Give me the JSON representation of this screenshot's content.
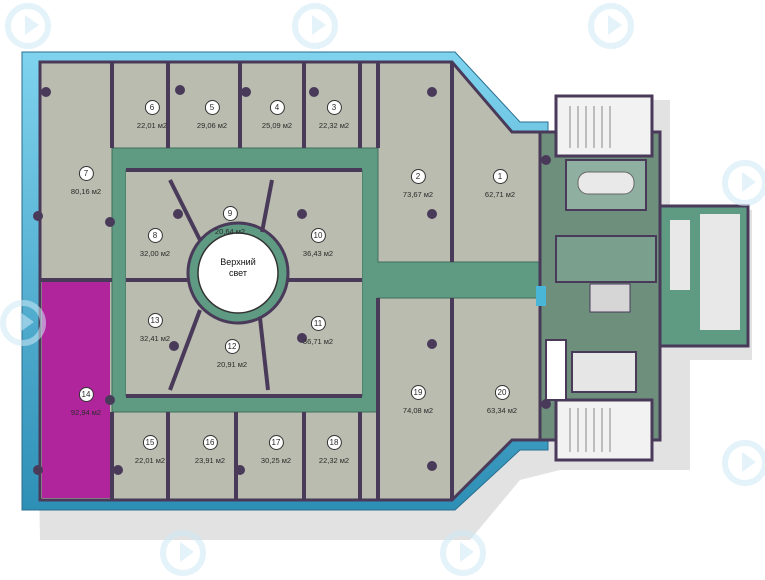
{
  "plan": {
    "skylight_label": "Верхний\nсвет",
    "rooms": [
      {
        "id": "1",
        "number": "1",
        "area": "62,71 м2"
      },
      {
        "id": "2",
        "number": "2",
        "area": "73,67 м2"
      },
      {
        "id": "3",
        "number": "3",
        "area": "22,32 м2"
      },
      {
        "id": "4",
        "number": "4",
        "area": "25,09 м2"
      },
      {
        "id": "5",
        "number": "5",
        "area": "29,06 м2"
      },
      {
        "id": "6",
        "number": "6",
        "area": "22,01 м2"
      },
      {
        "id": "7",
        "number": "7",
        "area": "80,16 м2"
      },
      {
        "id": "8",
        "number": "8",
        "area": "32,00 м2"
      },
      {
        "id": "9",
        "number": "9",
        "area": "20,64 м2"
      },
      {
        "id": "10",
        "number": "10",
        "area": "36,43 м2"
      },
      {
        "id": "11",
        "number": "11",
        "area": "36,71 м2"
      },
      {
        "id": "12",
        "number": "12",
        "area": "20,91 м2"
      },
      {
        "id": "13",
        "number": "13",
        "area": "32,41 м2"
      },
      {
        "id": "14",
        "number": "14",
        "area": "92,94 м2"
      },
      {
        "id": "15",
        "number": "15",
        "area": "22,01 м2"
      },
      {
        "id": "16",
        "number": "16",
        "area": "23,91 м2"
      },
      {
        "id": "17",
        "number": "17",
        "area": "30,25 м2"
      },
      {
        "id": "18",
        "number": "18",
        "area": "22,32 м2"
      },
      {
        "id": "19",
        "number": "19",
        "area": "74,08 м2"
      },
      {
        "id": "20",
        "number": "20",
        "area": "63,34 м2"
      }
    ],
    "highlighted_room": "14",
    "colors": {
      "room_fill": "#b9bcae",
      "corridor": "#5f9a82",
      "wall": "#4a3a5a",
      "glass_edge": "#49b6d8",
      "highlight": "#b0189a",
      "service": "#6d8f7c"
    }
  }
}
